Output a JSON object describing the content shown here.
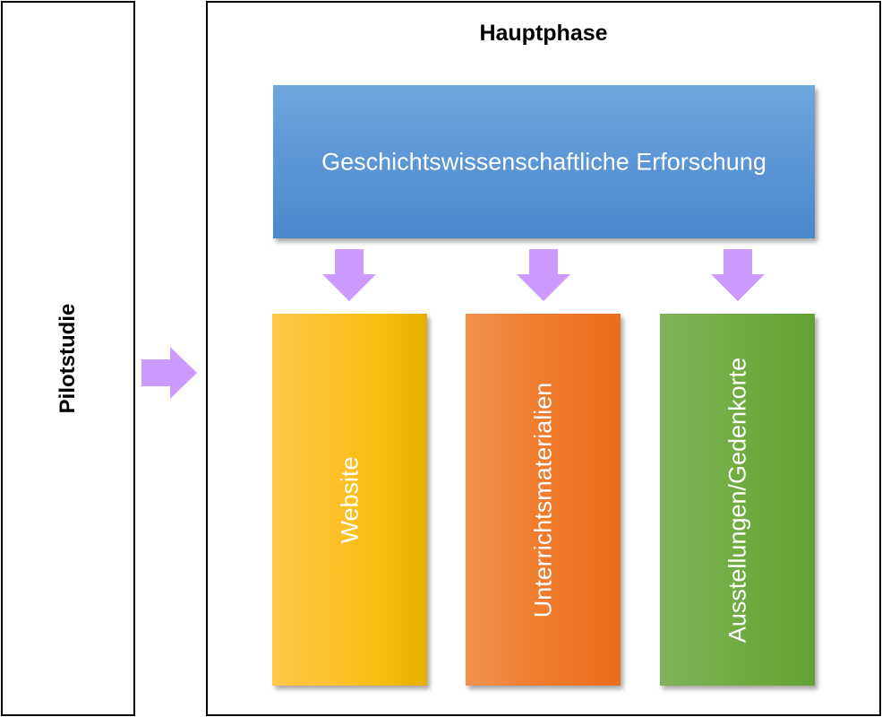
{
  "pilot": {
    "label": "Pilotstudie"
  },
  "main": {
    "title": "Hauptphase",
    "research": {
      "label": "Geschichtswissenschaftliche Erforschung"
    },
    "outputs": [
      {
        "label": "Website",
        "color": "#fdc12a"
      },
      {
        "label": "Unterrichtsmaterialien",
        "color": "#f07d2e"
      },
      {
        "label": "Ausstellungen/Gedenkorte",
        "color": "#72ad45"
      }
    ]
  },
  "colors": {
    "arrow": "#cc99ff",
    "research": "#5b97d6",
    "border": "#000000"
  }
}
